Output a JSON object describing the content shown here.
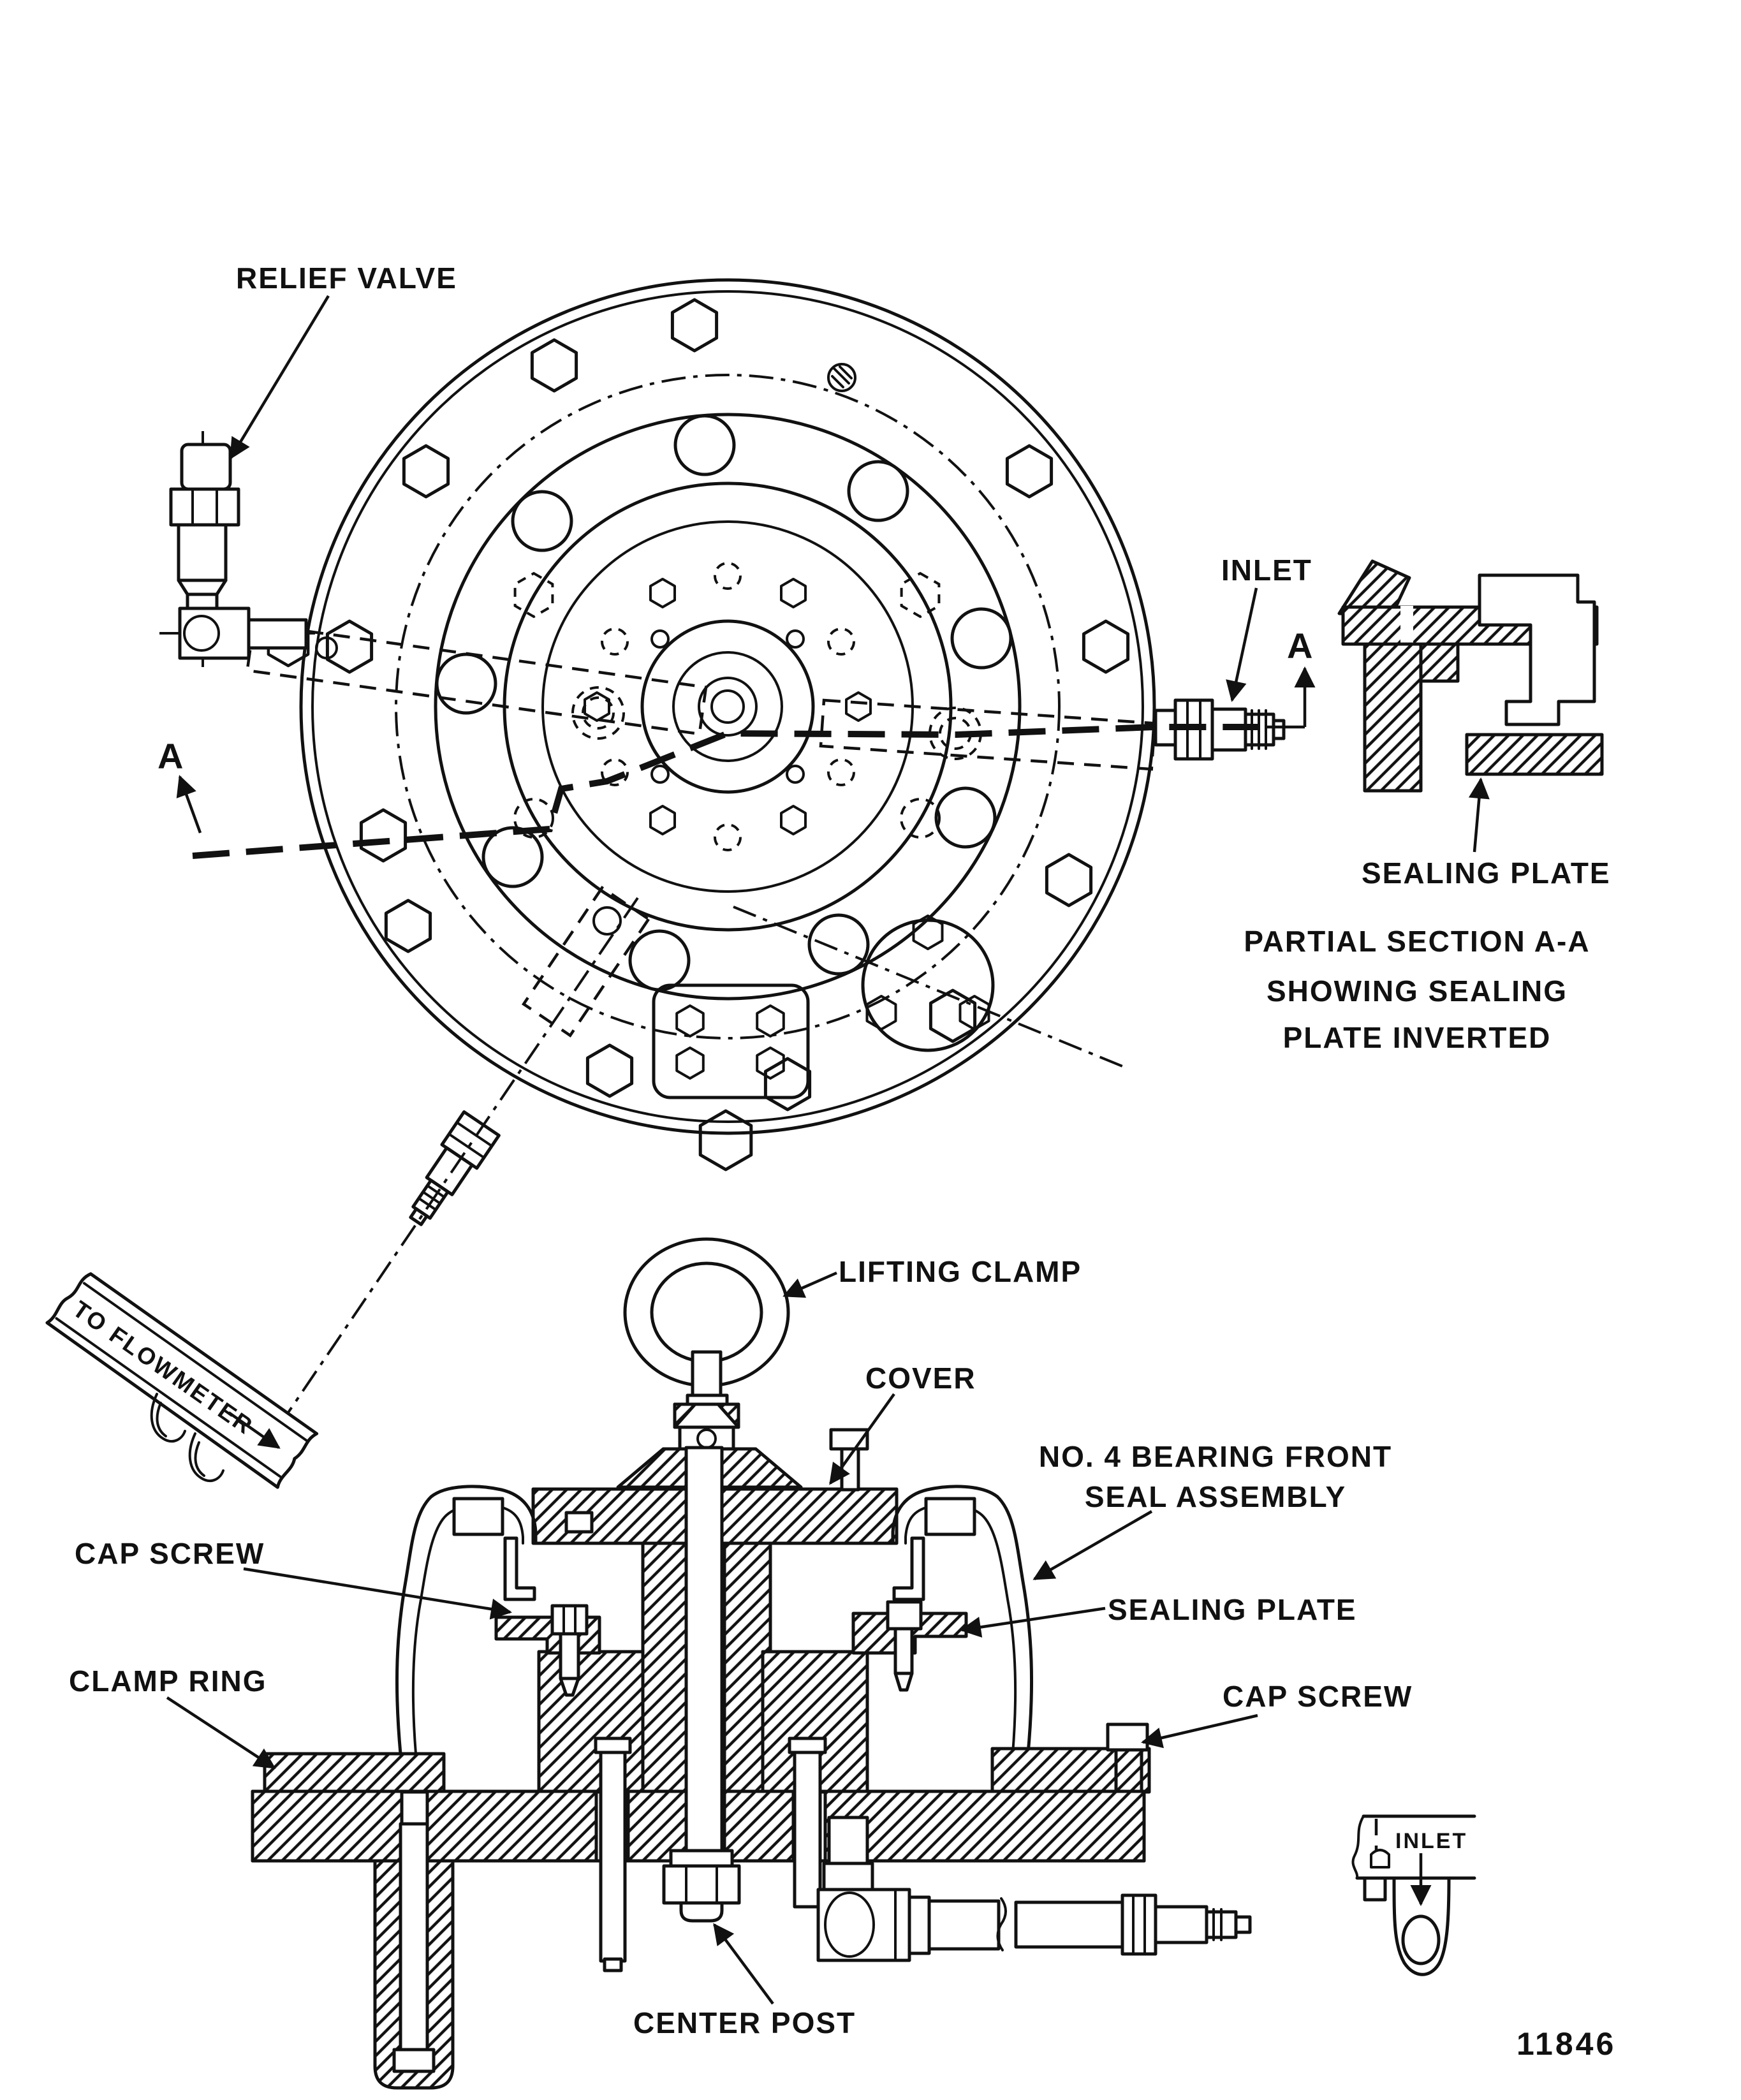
{
  "figure_number": "11846",
  "labels": {
    "relief_valve": "RELIEF VALVE",
    "inlet": "INLET",
    "section_arrow_right": "A",
    "section_arrow_left": "A",
    "sealing_plate_detail": "SEALING PLATE",
    "partial_section_line1": "PARTIAL SECTION A-A",
    "partial_section_line2": "SHOWING SEALING",
    "partial_section_line3": "PLATE INVERTED",
    "lifting_clamp": "LIFTING CLAMP",
    "cover": "COVER",
    "bearing_seal_line1": "NO. 4 BEARING FRONT",
    "bearing_seal_line2": "SEAL ASSEMBLY",
    "cap_screw_left": "CAP SCREW",
    "sealing_plate_section": "SEALING PLATE",
    "clamp_ring": "CLAMP RING",
    "cap_screw_right": "CAP SCREW",
    "center_post": "CENTER POST",
    "to_flowmeter": "TO FLOWMETER",
    "inlet_detail": "INLET"
  },
  "colors": {
    "ink": "#111111",
    "paper": "#ffffff"
  }
}
